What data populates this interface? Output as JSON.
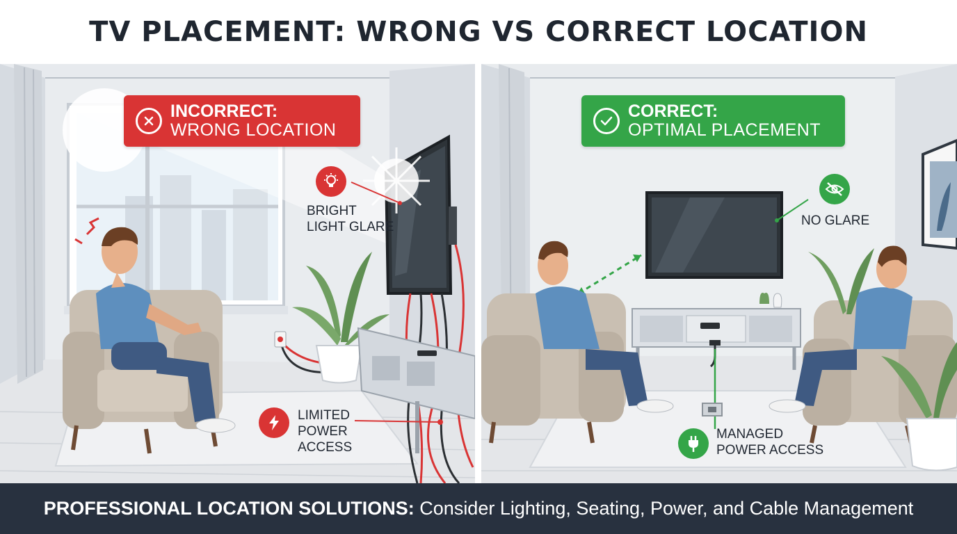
{
  "page": {
    "title": "TV PLACEMENT: WRONG VS CORRECT LOCATION"
  },
  "panels": {
    "incorrect": {
      "badge_heading": "INCORRECT:",
      "badge_subtitle": "WRONG LOCATION",
      "badge_icon": "x-circle-icon",
      "accent_color": "#d93434",
      "callouts": [
        {
          "icon": "lightbulb-icon",
          "line1": "BRIGHT",
          "line2": "LIGHT GLARE"
        },
        {
          "icon": "lightning-icon",
          "line1": "LIMITED",
          "line2": "POWER",
          "line3": "ACCESS"
        }
      ]
    },
    "correct": {
      "badge_heading": "CORRECT:",
      "badge_subtitle": "OPTIMAL PLACEMENT",
      "badge_icon": "check-circle-icon",
      "accent_color": "#34a548",
      "callouts": [
        {
          "icon": "eye-slash-icon",
          "line1": "NO GLARE"
        },
        {
          "icon": "plug-icon",
          "line1": "MANAGED",
          "line2": "POWER ACCESS"
        }
      ]
    }
  },
  "footer": {
    "bold": "PROFESSIONAL LOCATION SOLUTIONS:",
    "text": " Consider Lighting, Seating, Power, and Cable Management"
  }
}
